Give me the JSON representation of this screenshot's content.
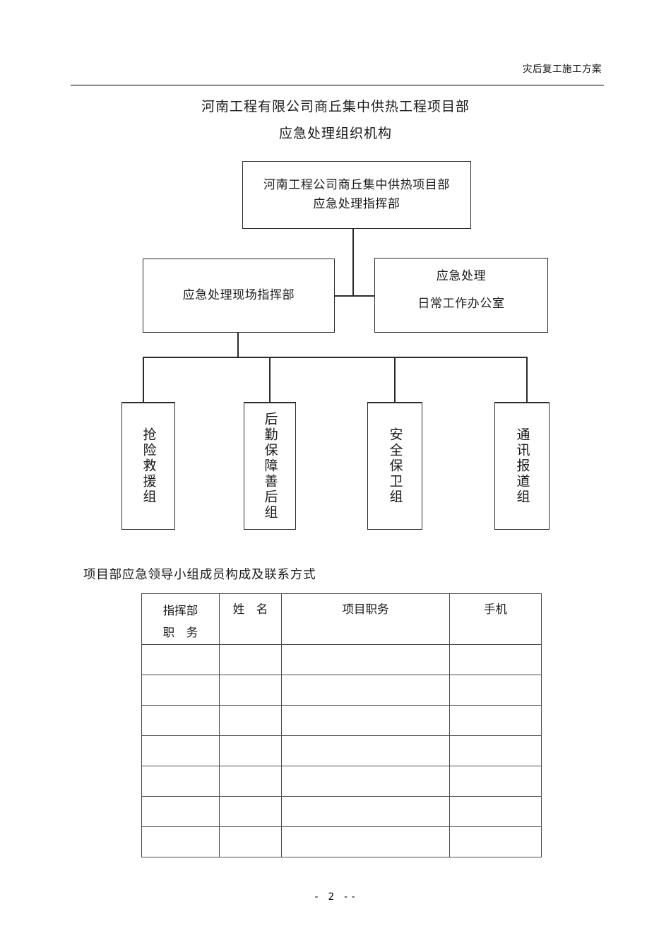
{
  "header": {
    "running_title": "灾后复工施工方案",
    "rule": "horizontal-rule"
  },
  "title": {
    "line1": "河南工程有限公司商丘集中供热工程项目部",
    "line2": "应急处理组织机构"
  },
  "org_chart": {
    "root": {
      "line1": "河南工程公司商丘集中供热项目部",
      "line2": "应急处理指挥部"
    },
    "site_command": {
      "line1": "应急处理现场指挥部"
    },
    "office": {
      "line1": "应急处理",
      "line2": "日常工作办公室"
    },
    "groups": [
      {
        "label": "抢险救援组"
      },
      {
        "label": "后勤保障善后组"
      },
      {
        "label": "安全保卫组"
      },
      {
        "label": "通讯报道组"
      }
    ]
  },
  "roster": {
    "heading": "项目部应急领导小组成员构成及联系方式",
    "columns": [
      {
        "line1": "指挥部",
        "line2": "职　务"
      },
      {
        "line1": "姓　名"
      },
      {
        "line1": "项目职务"
      },
      {
        "line1": "手机"
      }
    ],
    "rows": [
      {
        "post": "",
        "name": "",
        "duty": "",
        "mobile": ""
      },
      {
        "post": "",
        "name": "",
        "duty": "",
        "mobile": ""
      },
      {
        "post": "",
        "name": "",
        "duty": "",
        "mobile": ""
      },
      {
        "post": "",
        "name": "",
        "duty": "",
        "mobile": ""
      },
      {
        "post": "",
        "name": "",
        "duty": "",
        "mobile": ""
      },
      {
        "post": "",
        "name": "",
        "duty": "",
        "mobile": ""
      },
      {
        "post": "",
        "name": "",
        "duty": "",
        "mobile": ""
      }
    ]
  },
  "footer": {
    "page_marker": "- 2 --"
  }
}
